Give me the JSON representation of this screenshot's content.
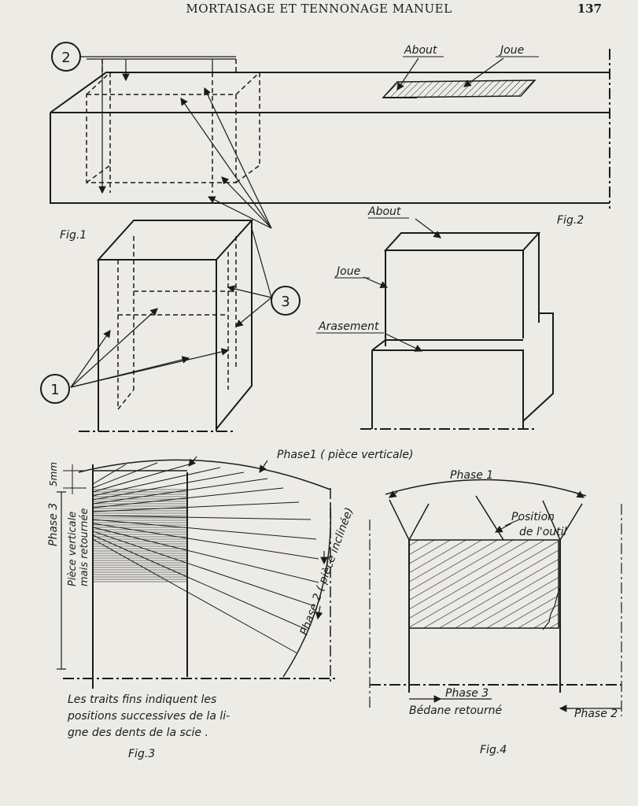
{
  "header": {
    "title": "MORTAISAGE ET TENNONAGE MANUEL",
    "page_number": "137"
  },
  "fig1": {
    "caption": "Fig.1",
    "markers": [
      "2",
      "1",
      "3"
    ]
  },
  "fig1_top": {
    "about": "About",
    "joue": "Joue"
  },
  "fig2": {
    "caption": "Fig.2",
    "about": "About",
    "joue": "Joue",
    "arasement": "Arasement"
  },
  "fig3": {
    "caption": "Fig.3",
    "dimension": "5mm",
    "phase1": "Phase1 ( pièce verticale)",
    "phase2": "Phase 2 ( pièce inclinée)",
    "phase3": "Phase 3",
    "phase3_sub1": "Pièce verticale",
    "phase3_sub2": "mais retournée",
    "note_line1": "Les traits fins indiquent les",
    "note_line2": "positions successives de la li-",
    "note_line3": "gne des dents de la scie ."
  },
  "fig4": {
    "caption": "Fig.4",
    "phase1": "Phase 1",
    "position_line1": "Position",
    "position_line2": "de l'outil",
    "phase3": "Phase 3",
    "bedane": "Bédane retourné",
    "phase2": "Phase 2"
  }
}
